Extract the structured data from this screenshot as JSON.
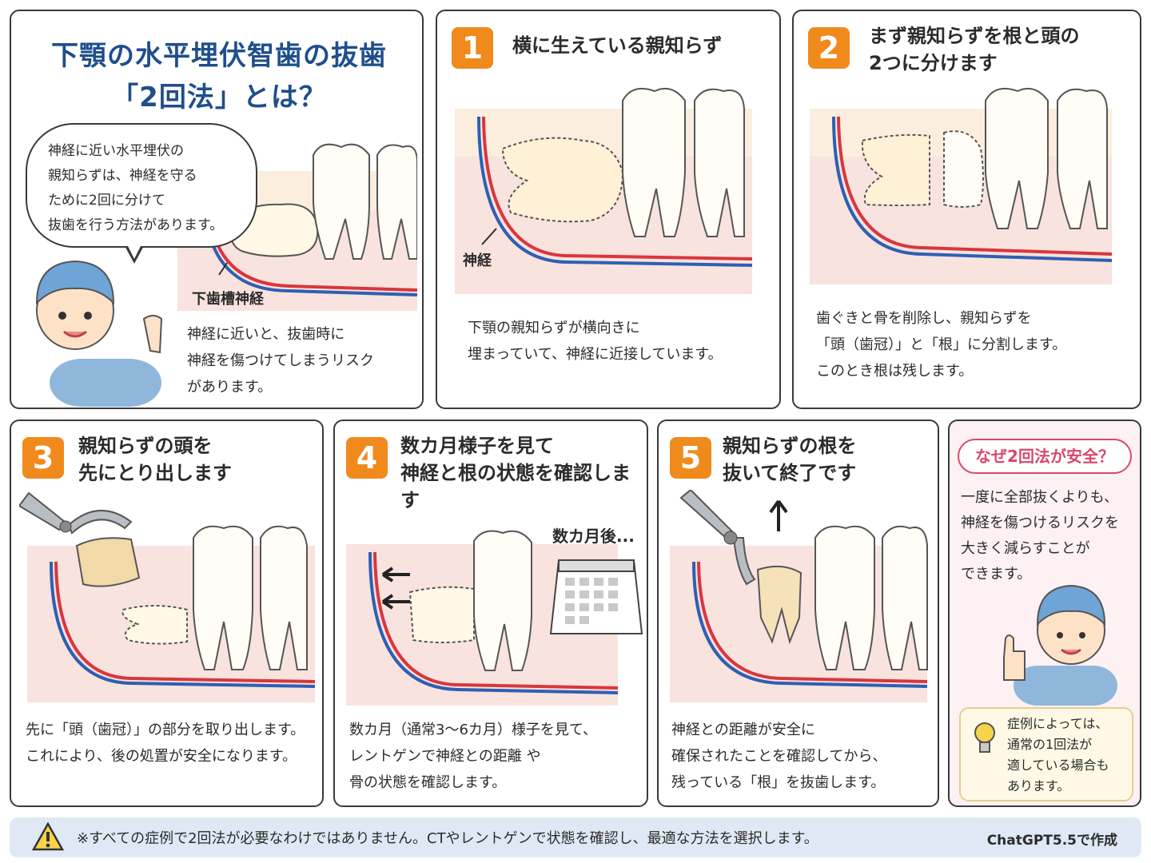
{
  "intro": {
    "title_line1": "下顎の水平埋伏智歯の抜歯",
    "title_line2": "「2回法」とは？",
    "bubble_lines": [
      "神経に近い水平埋伏の",
      "親知らずは、神経を守る",
      "ために2回に分けて",
      "抜歯を行う方法があります。"
    ],
    "nerve_label": "下歯槽神経",
    "desc_lines": [
      "神経に近いと、抜歯時に",
      "神経を傷つけてしまうリスク",
      "があります。"
    ]
  },
  "steps": [
    {
      "number": "1",
      "title_lines": [
        "横に生えている親知らず"
      ],
      "art_label": "神経",
      "desc_lines": [
        "下顎の親知らずが横向きに",
        "埋まっていて、神経に近接しています。"
      ]
    },
    {
      "number": "2",
      "title_lines": [
        "まず親知らずを根と頭の",
        "2つに分けます"
      ],
      "desc_lines": [
        "歯ぐきと骨を削除し、親知らずを",
        "「頭（歯冠）」と「根」に分割します。",
        "このとき根は残します。"
      ]
    },
    {
      "number": "3",
      "title_lines": [
        "親知らずの頭を",
        "先にとり出します"
      ],
      "desc_lines": [
        "先に「頭（歯冠）」の部分を取り出します。",
        "これにより、後の処置が安全になります。"
      ]
    },
    {
      "number": "4",
      "title_lines": [
        "数カ月様子を見て",
        "神経と根の状態を確認します"
      ],
      "art_label": "数カ月後...",
      "desc_lines": [
        "数カ月（通常3〜6カ月）様子を見て、",
        "レントゲンで神経との距離 や",
        "骨の状態を確認します。"
      ]
    },
    {
      "number": "5",
      "title_lines": [
        "親知らずの根を",
        "抜いて終了です"
      ],
      "desc_lines": [
        "神経との距離が安全に",
        "確保されたことを確認してから、",
        "残っている「根」を抜歯します。"
      ]
    }
  ],
  "why": {
    "badge": "なぜ2回法が安全？",
    "text_lines": [
      "一度に全部抜くよりも、",
      "神経を傷つけるリスクを",
      "大きく減らすことが",
      "できます。"
    ],
    "tip_lines": [
      "症例によっては、",
      "通常の1回法が",
      "適している場合も",
      "あります。"
    ]
  },
  "footer": {
    "note": "※すべての症例で2回法が必要なわけではありません。CTやレントゲンで状態を確認し、最適な方法を選択します。",
    "credit": "ChatGPT5.5で作成"
  },
  "colors": {
    "title_blue": "#1f4e8c",
    "step_orange": "#f08a1c",
    "nerve_red": "#d9363e",
    "nerve_blue": "#2f5fb3",
    "gum_pink": "#f7d6d6",
    "why_pink": "#d9486a",
    "footer_bg": "#dfe9f5"
  },
  "icons": [
    "doctor-illustration",
    "speech-bubble",
    "tooth-illustration",
    "forceps-icon",
    "calendar-icon",
    "arrow-up-icon",
    "arrow-left-icon",
    "lightbulb-icon",
    "warning-icon",
    "thumbs-up-icon"
  ]
}
